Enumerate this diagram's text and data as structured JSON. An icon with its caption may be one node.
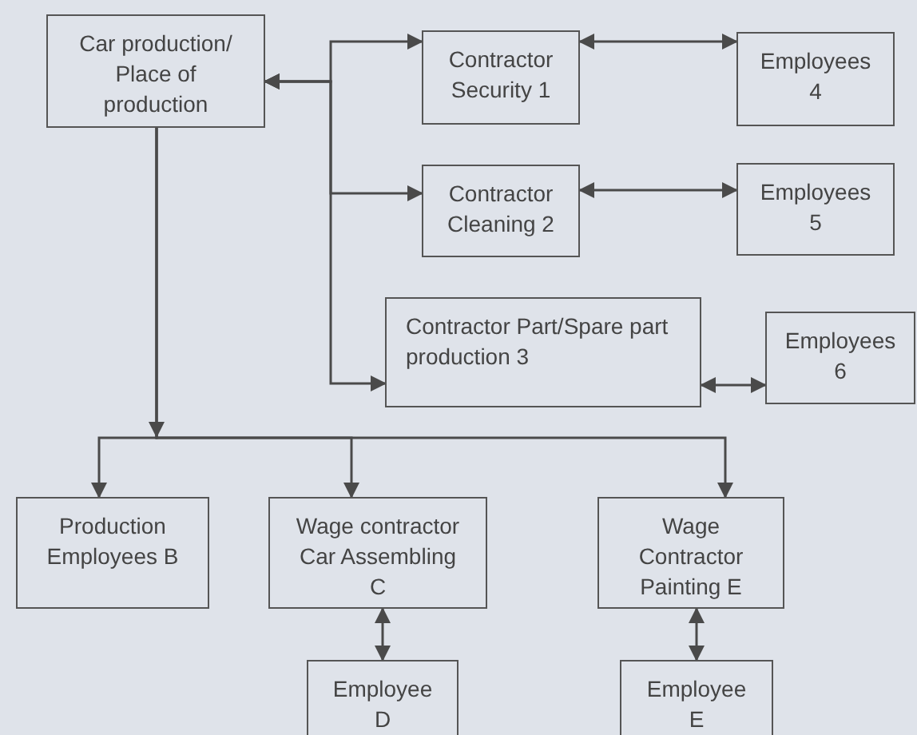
{
  "diagram": {
    "nodes": [
      {
        "text": [
          "Car production/ Place of production"
        ]
      },
      {
        "text": [
          "Contractor Security 1"
        ]
      },
      {
        "text": [
          "Employees 4"
        ]
      },
      {
        "text": [
          "Contractor Cleaning 2"
        ]
      },
      {
        "text": [
          "Employees 5"
        ]
      },
      {
        "text": [
          "Contractor Part/Spare part production 3"
        ]
      },
      {
        "text": [
          "Employees 6"
        ]
      },
      {
        "text": [
          "Production Employees B"
        ]
      },
      {
        "text": [
          "Wage contractor Car Assembling C"
        ]
      },
      {
        "text": [
          "Wage Contractor Painting E"
        ]
      },
      {
        "text": [
          "Employee D"
        ]
      },
      {
        "text": [
          "Employee E"
        ]
      }
    ],
    "edges": [
      {
        "from": 1,
        "to": 0,
        "arrow": "both"
      },
      {
        "from": 3,
        "to": 0,
        "arrow": "both"
      },
      {
        "from": 5,
        "to": 0,
        "arrow": "both"
      },
      {
        "from": 1,
        "to": 2,
        "arrow": "both"
      },
      {
        "from": 3,
        "to": 4,
        "arrow": "both"
      },
      {
        "from": 5,
        "to": 6,
        "arrow": "both"
      },
      {
        "from": 0,
        "to": 7,
        "arrow": "to"
      },
      {
        "from": 0,
        "to": 8,
        "arrow": "to"
      },
      {
        "from": 0,
        "to": 9,
        "arrow": "to"
      },
      {
        "from": 8,
        "to": 10,
        "arrow": "both"
      },
      {
        "from": 9,
        "to": 11,
        "arrow": "both"
      }
    ]
  }
}
